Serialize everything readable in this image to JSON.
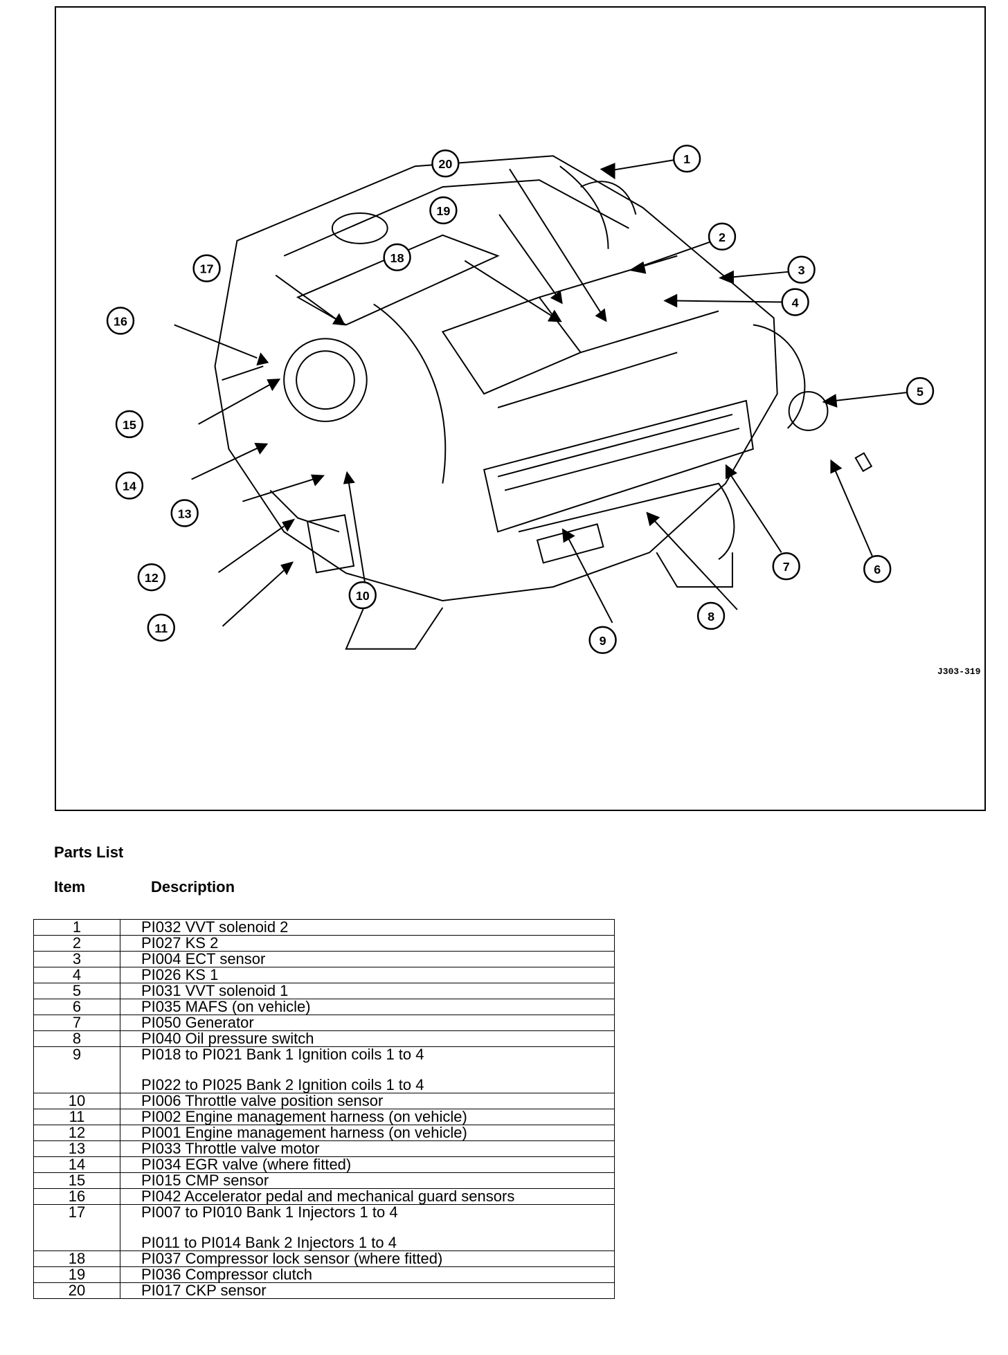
{
  "diagram": {
    "reference_code": "J303-319",
    "callouts": [
      "1",
      "2",
      "3",
      "4",
      "5",
      "6",
      "7",
      "8",
      "9",
      "10",
      "11",
      "12",
      "13",
      "14",
      "15",
      "16",
      "17",
      "18",
      "19",
      "20"
    ]
  },
  "parts_list": {
    "title": "Parts List",
    "column_item": "Item",
    "column_description": "Description",
    "rows": [
      {
        "item": "1",
        "description": "PI032 VVT solenoid 2"
      },
      {
        "item": "2",
        "description": "PI027 KS 2"
      },
      {
        "item": "3",
        "description": "PI004 ECT sensor"
      },
      {
        "item": "4",
        "description": "PI026 KS 1"
      },
      {
        "item": "5",
        "description": "PI031 VVT solenoid 1"
      },
      {
        "item": "6",
        "description": "PI035 MAFS (on vehicle)"
      },
      {
        "item": "7",
        "description": "PI050 Generator"
      },
      {
        "item": "8",
        "description": "PI040 Oil pressure switch"
      },
      {
        "item": "9",
        "description": "PI018 to PI021 Bank 1 Ignition coils 1 to 4",
        "description2": "PI022 to PI025 Bank 2 Ignition coils 1 to 4"
      },
      {
        "item": "10",
        "description": "PI006 Throttle valve position sensor"
      },
      {
        "item": "11",
        "description": "PI002 Engine management harness (on vehicle)"
      },
      {
        "item": "12",
        "description": "PI001 Engine management harness (on vehicle)"
      },
      {
        "item": "13",
        "description": "PI033 Throttle valve motor"
      },
      {
        "item": "14",
        "description": "PI034 EGR valve (where fitted)"
      },
      {
        "item": "15",
        "description": "PI015 CMP sensor"
      },
      {
        "item": "16",
        "description": "PI042 Accelerator pedal and mechanical guard sensors"
      },
      {
        "item": "17",
        "description": "PI007 to PI010 Bank 1 Injectors 1 to 4",
        "description2": "PI011 to PI014 Bank 2 Injectors 1 to 4"
      },
      {
        "item": "18",
        "description": "PI037 Compressor lock sensor (where fitted)"
      },
      {
        "item": "19",
        "description": "PI036 Compressor clutch"
      },
      {
        "item": "20",
        "description": "PI017 CKP sensor"
      }
    ]
  }
}
